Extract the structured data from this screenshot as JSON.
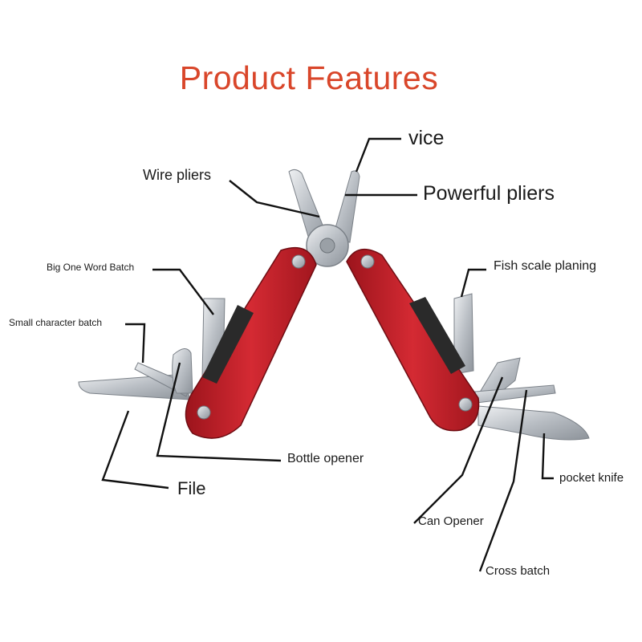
{
  "title": "Product Features",
  "colors": {
    "title": "#d9462a",
    "handle": "#c8232c",
    "handle_dark": "#7e0f16",
    "metal": "#c9cdd2",
    "leader": "#111111"
  },
  "labels": {
    "vice": "vice",
    "powerful_pliers": "Powerful pliers",
    "wire_pliers": "Wire pliers",
    "fish_scale_planing": "Fish scale planing",
    "big_one_word_batch": "Big One Word Batch",
    "small_character_batch": "Small character batch",
    "bottle_opener": "Bottle opener",
    "file": "File",
    "pocket_knife": "pocket knife",
    "can_opener": "Can Opener",
    "cross_batch": "Cross batch"
  }
}
